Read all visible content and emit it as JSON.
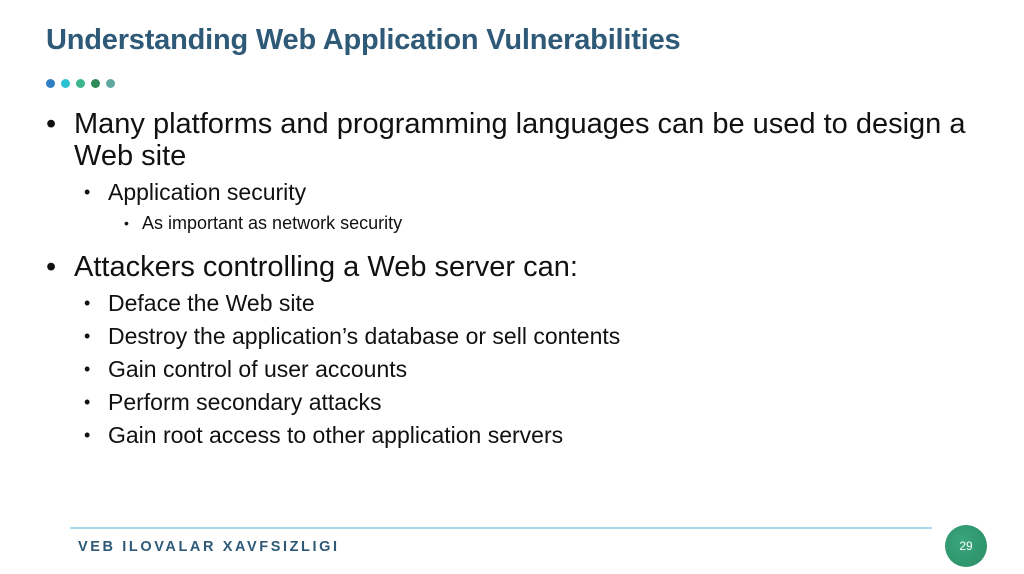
{
  "slide": {
    "title": "Understanding Web Application Vulnerabilities",
    "decor_dots": [
      "#2f7fc4",
      "#2bc3d3",
      "#3cb68f",
      "#2e8b57",
      "#5fa8a0"
    ],
    "bullets": [
      {
        "text": "Many platforms and programming languages can be used to design a Web site",
        "children": [
          {
            "text": "Application security",
            "children": [
              {
                "text": "As important as network security"
              }
            ]
          }
        ]
      },
      {
        "text": "Attackers controlling a Web server can:",
        "children": [
          {
            "text": "Deface the Web site"
          },
          {
            "text": "Destroy the application’s database or sell contents"
          },
          {
            "text": "Gain control of user accounts"
          },
          {
            "text": "Perform secondary attacks"
          },
          {
            "text": "Gain root access to other application servers"
          }
        ]
      }
    ]
  },
  "footer": {
    "text": "VEB ILOVALAR XAVFSIZLIGI",
    "page_number": "29",
    "colors": {
      "line": "#a9d9ee",
      "badge": "#2f9a6f",
      "text": "#2e5a78"
    }
  }
}
